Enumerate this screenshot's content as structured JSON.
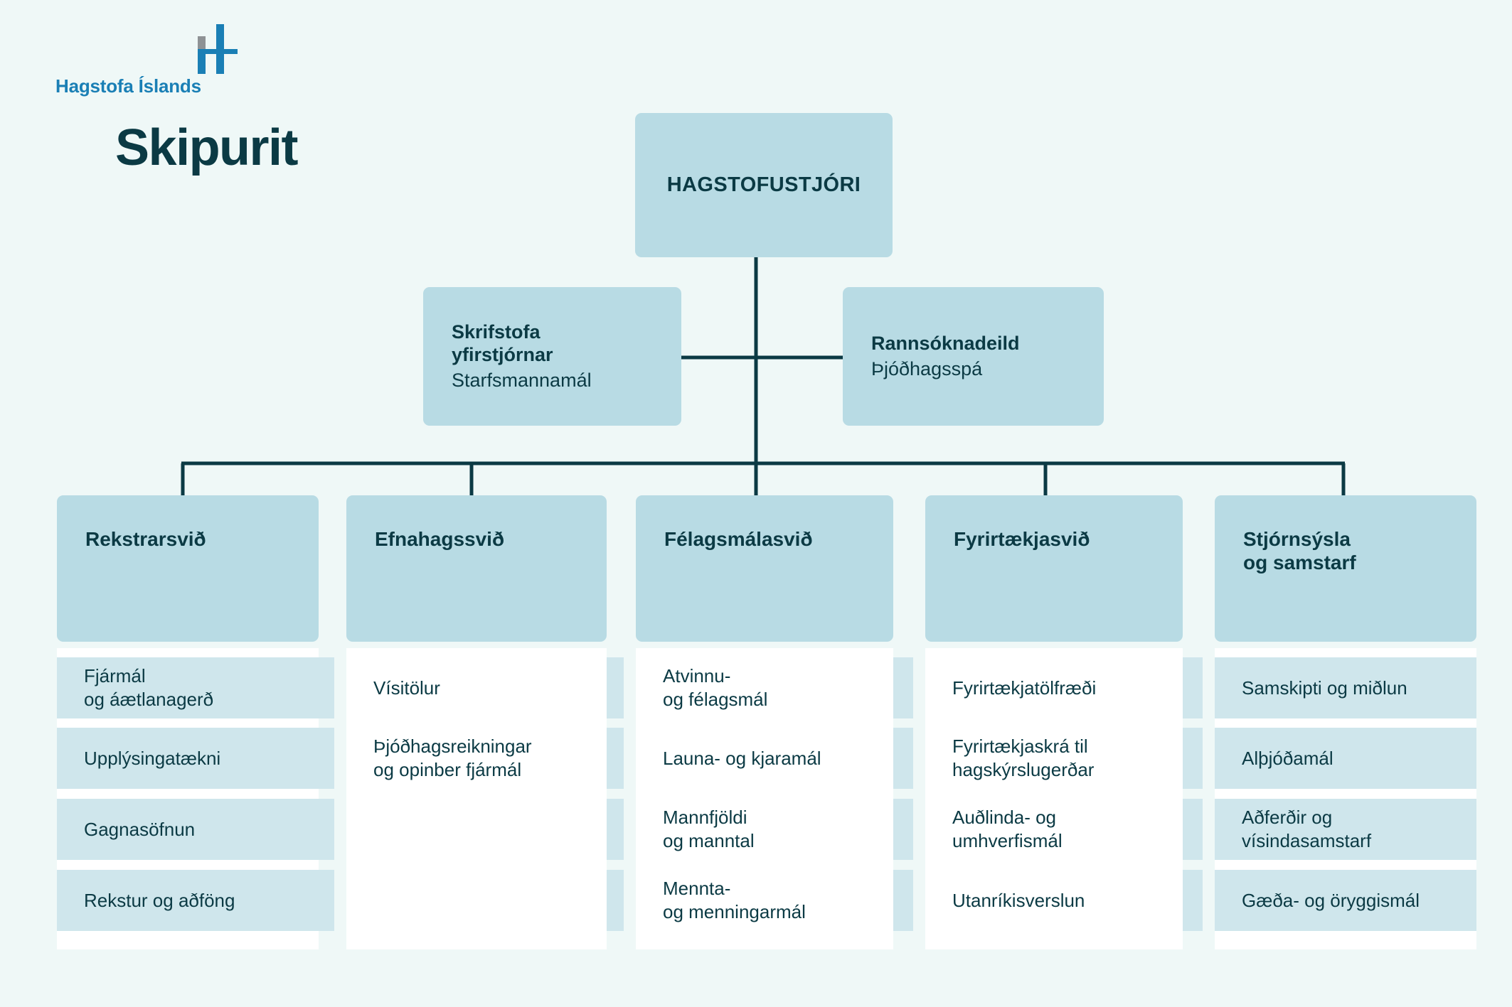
{
  "brand": {
    "wordmark": "Hagstofa Íslands",
    "logo_icon": "hagstofa-h-mark",
    "colors": {
      "background": "#eff8f7",
      "box_fill": "#b8dbe4",
      "stripe_fill": "#cfe6ec",
      "card_fill": "#ffffff",
      "text_dark": "#0b3a44",
      "logo_blue": "#1a7fb5",
      "logo_grey": "#8e9295",
      "line": "#0b3a44"
    }
  },
  "page": {
    "title": "Skipurit"
  },
  "chart_root": {
    "title": "HAGSTOFUSTJÓRI"
  },
  "staff_units": [
    {
      "title": "Skrifstofa\nyfirstjórnar",
      "subtitle": "Starfsmannamál"
    },
    {
      "title": "Rannsóknadeild",
      "subtitle": "Þjóðhagsspá"
    }
  ],
  "departments": [
    {
      "title": "Rekstrarsvið",
      "striped": true,
      "items": [
        "Fjármál\nog áætlanagerð",
        "Upplýsingatækni",
        "Gagnasöfnun",
        "Rekstur og aðföng"
      ]
    },
    {
      "title": "Efnahagssvið",
      "striped": false,
      "items": [
        "Vísitölur",
        "Þjóðhagsreikningar\nog opinber fjármál"
      ]
    },
    {
      "title": "Félagsmálasvið",
      "striped": false,
      "items": [
        "Atvinnu-\nog félagsmál",
        "Launa- og kjaramál",
        "Mannfjöldi\nog manntal",
        "Mennta-\nog menningarmál"
      ]
    },
    {
      "title": "Fyrirtækjasvið",
      "striped": false,
      "items": [
        "Fyrirtækjatölfræði",
        "Fyrirtækjaskrá til\nhagskýrslugerðar",
        "Auðlinda- og\numhverfismál",
        "Utanríkisverslun"
      ]
    },
    {
      "title": "Stjórnsýsla\nog samstarf",
      "striped": true,
      "items": [
        "Samskipti og miðlun",
        "Alþjóðamál",
        "Aðferðir og\nvísindasamstarf",
        "Gæða- og öryggismál"
      ]
    }
  ]
}
